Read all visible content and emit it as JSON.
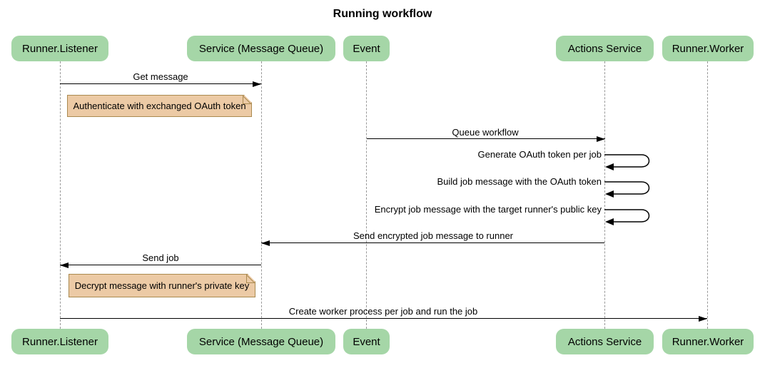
{
  "title": "Running workflow",
  "colors": {
    "actor_fill": "#a5d6a7",
    "actor_text": "#000000",
    "note_fill": "#eccaa5",
    "note_border": "#aa8a50",
    "line_color": "#000000",
    "lifeline_color": "#999999",
    "bg": "#ffffff"
  },
  "participants": [
    {
      "label": "Runner.Listener"
    },
    {
      "label": "Service (Message Queue)"
    },
    {
      "label": "Event"
    },
    {
      "label": "Actions Service"
    },
    {
      "label": "Runner.Worker"
    }
  ],
  "messages": [
    {
      "text": "Get message",
      "from": "Runner.Listener",
      "to": "Service (Message Queue)",
      "kind": "solid-arrow"
    },
    {
      "text": "Queue workflow",
      "from": "Event",
      "to": "Actions Service",
      "kind": "solid-arrow"
    },
    {
      "text": "Generate OAuth token per job",
      "from": "Actions Service",
      "to": "Actions Service",
      "kind": "self"
    },
    {
      "text": "Build job message with the OAuth token",
      "from": "Actions Service",
      "to": "Actions Service",
      "kind": "self"
    },
    {
      "text": "Encrypt job message with the target runner's public key",
      "from": "Actions Service",
      "to": "Actions Service",
      "kind": "self"
    },
    {
      "text": "Send encrypted job message to runner",
      "from": "Actions Service",
      "to": "Service (Message Queue)",
      "kind": "solid-arrow"
    },
    {
      "text": "Send job",
      "from": "Service (Message Queue)",
      "to": "Runner.Listener",
      "kind": "solid-arrow"
    },
    {
      "text": "Create worker process per job and run the job",
      "from": "Runner.Listener",
      "to": "Runner.Worker",
      "kind": "solid-arrow"
    }
  ],
  "notes": [
    {
      "text": "Authenticate with exchanged OAuth token",
      "over": "Runner.Listener"
    },
    {
      "text": "Decrypt message with runner's private key",
      "over": "Runner.Listener"
    }
  ]
}
